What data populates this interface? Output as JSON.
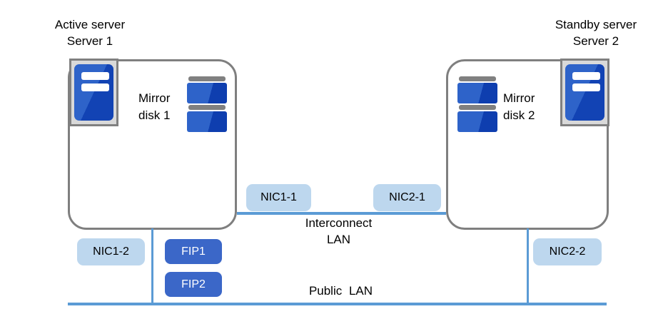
{
  "diagram": {
    "server1": {
      "role": "Active server",
      "name": "Server 1",
      "mirror_disk": {
        "line1": "Mirror",
        "line2": "disk 1"
      },
      "nic_interconnect": "NIC1-1",
      "nic_public": "NIC1-2"
    },
    "server2": {
      "role": "Standby server",
      "name": "Server 2",
      "mirror_disk": {
        "line1": "Mirror",
        "line2": "disk 2"
      },
      "nic_interconnect": "NIC2-1",
      "nic_public": "NIC2-2"
    },
    "fips": {
      "fip1": "FIP1",
      "fip2": "FIP2"
    },
    "networks": {
      "interconnect": {
        "line1": "Interconnect",
        "line2": "LAN"
      },
      "public": "Public LAN"
    },
    "colors": {
      "lan_line": "#5B9BD5",
      "nic_fill": "#BDD7EE",
      "fip_fill": "#3B67C8",
      "box_border": "#7F7F7F",
      "icon_frame_fill": "#D9D9D9",
      "icon_blue_light": "#2E63C9",
      "icon_blue_dark": "#1243B4",
      "disk_cap_gray": "#808080"
    }
  }
}
